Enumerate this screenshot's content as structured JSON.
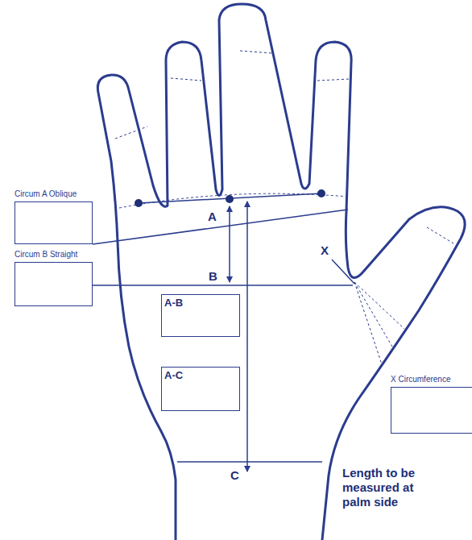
{
  "diagram": {
    "nodes": [
      {
        "text": [
          "Circum A Oblique"
        ]
      },
      {
        "text": [
          "Circum B Straight"
        ]
      },
      {
        "text": [
          "A-B"
        ]
      },
      {
        "text": [
          "A-C"
        ]
      },
      {
        "text": [
          "X Circumference"
        ]
      }
    ],
    "labels": [
      "A",
      "B",
      "X",
      "C",
      "Length to be measured at palm side"
    ]
  }
}
